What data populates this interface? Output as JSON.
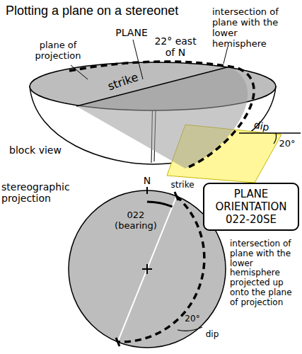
{
  "diagram": {
    "title": "Plotting a plane on a stereonet",
    "nodes": [
      {
        "text": [
          "PLANE ORIENTATION 022-20SE"
        ]
      }
    ],
    "edges": [],
    "labels": [
      "PLANE",
      "plane of projection",
      "22° east of N",
      "intersection of plane with the lower hemisphere",
      "strike",
      "dip",
      "20°",
      "block view",
      "stereographic projection",
      "N",
      "strike",
      "022 (bearing)",
      "intersection of plane with the lower hemisphere projected up onto the plane of projection",
      "20°",
      "dip"
    ]
  }
}
